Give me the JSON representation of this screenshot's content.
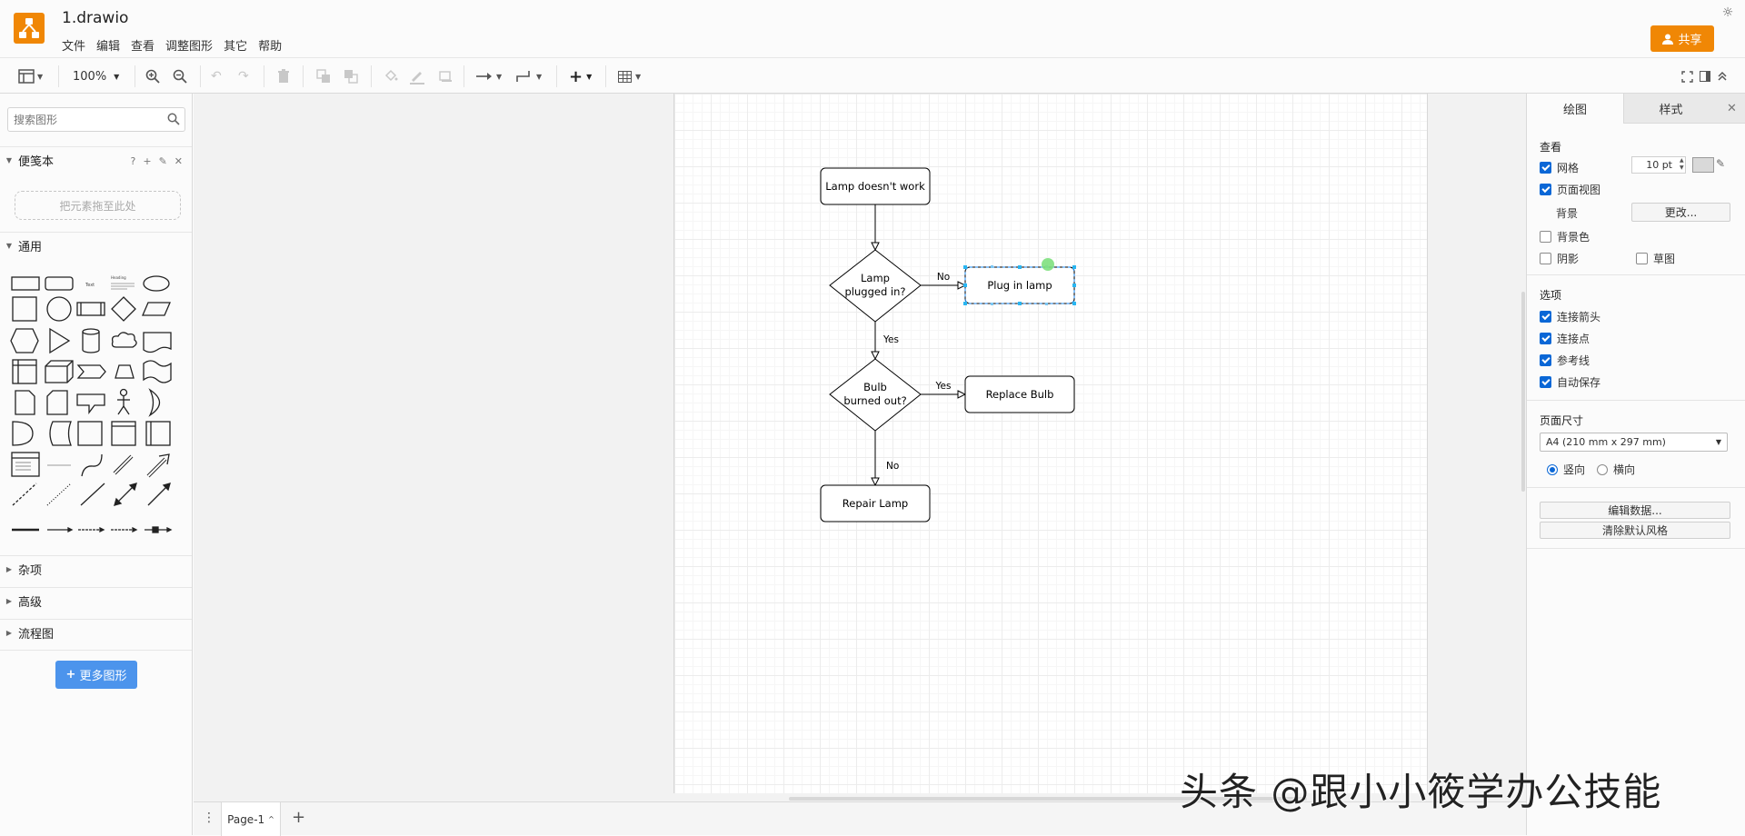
{
  "app": {
    "title": "1.drawio",
    "share_label": "共享",
    "brand_color": "#f08705"
  },
  "menu": [
    "文件",
    "编辑",
    "查看",
    "调整图形",
    "其它",
    "帮助"
  ],
  "toolbar": {
    "zoom": "100%"
  },
  "sidebar": {
    "search_placeholder": "搜索图形",
    "scratchpad_title": "便笺本",
    "scratchpad_help": "?",
    "scratchpad_drop": "把元素拖至此处",
    "general_title": "通用",
    "sections": [
      "杂项",
      "高级",
      "流程图"
    ],
    "more_shapes": "更多图形",
    "shape_text_sample": "Text",
    "shape_heading_sample": "Heading"
  },
  "diagram": {
    "nodes": {
      "start": "Lamp doesn't work",
      "decision1_line1": "Lamp",
      "decision1_line2": "plugged in?",
      "plug": "Plug in lamp",
      "decision2_line1": "Bulb",
      "decision2_line2": "burned out?",
      "replace": "Replace Bulb",
      "repair": "Repair Lamp"
    },
    "edges": {
      "d1_no": "No",
      "d1_yes": "Yes",
      "d2_yes": "Yes",
      "d2_no": "No"
    }
  },
  "pages": {
    "current": "Page-1"
  },
  "format_panel": {
    "tab_diagram": "绘图",
    "tab_style": "样式",
    "view_title": "查看",
    "grid_label": "网格",
    "grid_size": "10 pt",
    "page_view_label": "页面视图",
    "background_label": "背景",
    "change_button": "更改...",
    "bg_color_label": "背景色",
    "shadow_label": "阴影",
    "sketch_label": "草图",
    "options_title": "选项",
    "connection_arrows": "连接箭头",
    "connection_points": "连接点",
    "guides": "参考线",
    "autosave": "自动保存",
    "page_size_title": "页面尺寸",
    "page_size_value": "A4 (210 mm x 297 mm)",
    "portrait": "竖向",
    "landscape": "横向",
    "edit_data": "编辑数据...",
    "clear_default_style": "清除默认风格"
  },
  "watermark": "头条 @跟小小筱学办公技能"
}
